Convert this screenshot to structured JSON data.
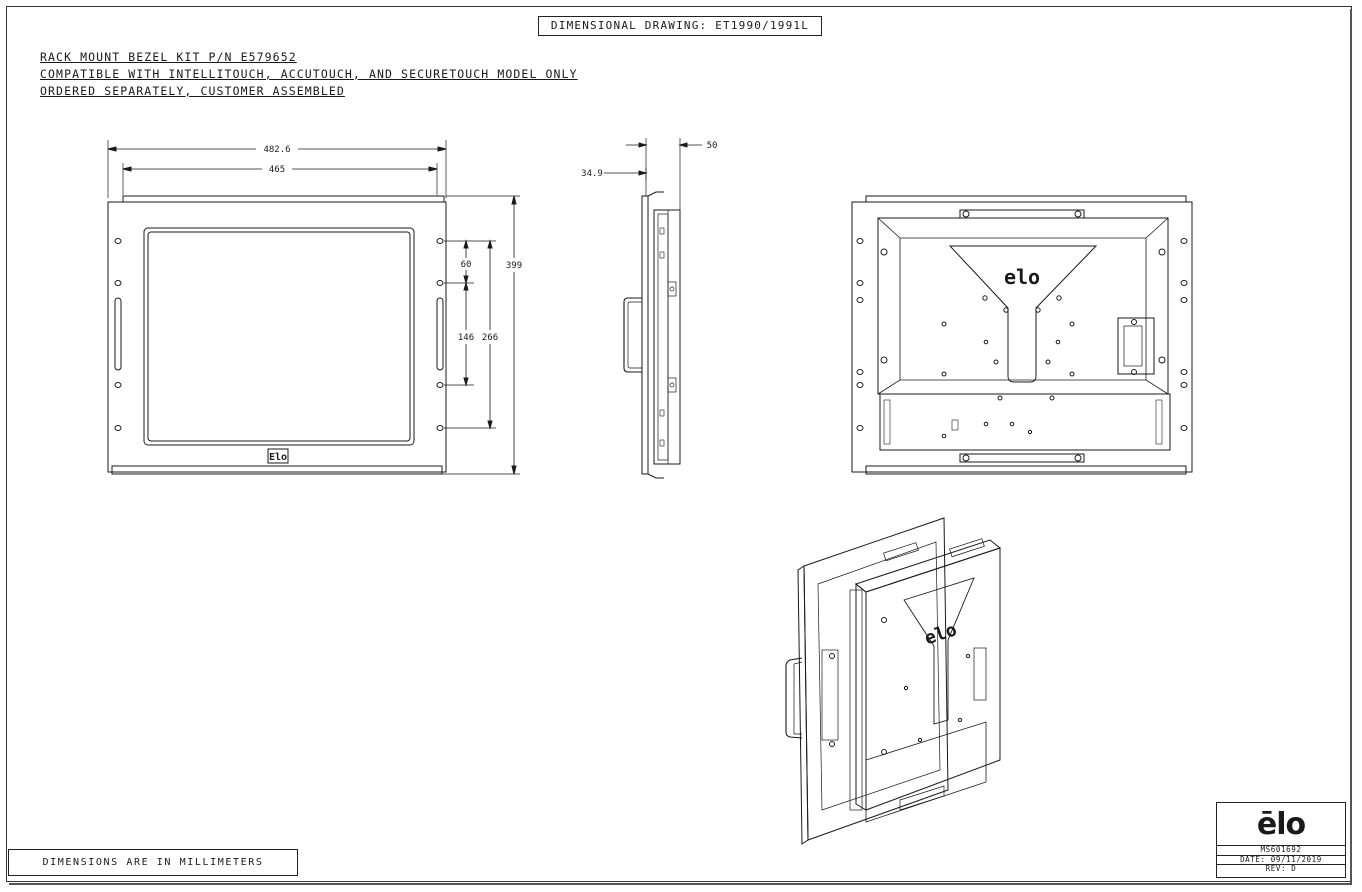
{
  "drawing": {
    "title": "DIMENSIONAL DRAWING: ET1990/1991L",
    "notes": [
      "RACK MOUNT BEZEL KIT P/N E579652",
      "COMPATIBLE WITH INTELLITOUCH, ACCUTOUCH, AND SECURETOUCH MODEL ONLY",
      "ORDERED SEPARATELY, CUSTOMER ASSEMBLED"
    ],
    "units_note": "DIMENSIONS ARE IN MILLIMETERS"
  },
  "dimensions": {
    "front_overall_width": "482.6",
    "front_inner_width": "465",
    "front_height": "399",
    "slot_spacing_small": "60",
    "slot_spacing_mid": "146",
    "slot_spacing_outer": "266",
    "side_depth_a": "34.9",
    "side_depth_b": "50"
  },
  "front_logo": "Elo",
  "back_logo": "elo",
  "iso_logo": "elo",
  "title_block": {
    "logo": "ēlo",
    "doc_number": "MS601692",
    "date": "DATE: 09/11/2019",
    "rev": "REV: D"
  },
  "colors": {
    "line": "#1a1a1a",
    "paper": "#ffffff"
  }
}
